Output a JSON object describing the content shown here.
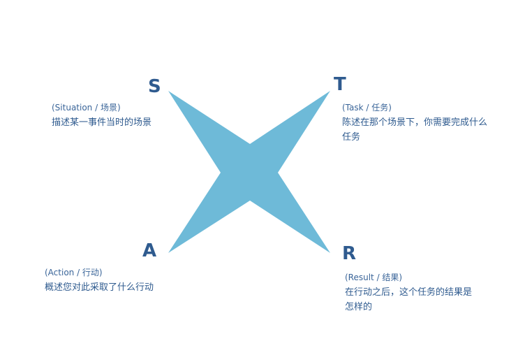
{
  "colors": {
    "star_fill": "#6ebad8",
    "text": "#2f5b8f"
  },
  "star_shape": "four-point-star",
  "quadrants": {
    "s": {
      "letter": "S",
      "subtitle": "(Situation / 场景)",
      "description": "描述某一事件当时的场景"
    },
    "t": {
      "letter": "T",
      "subtitle": "(Task / 任务)",
      "description_line1": "陈述在那个场景下，你需要完成什么",
      "description_line2": "任务"
    },
    "a": {
      "letter": "A",
      "subtitle": "(Action / 行动)",
      "description": "概述您对此采取了什么行动"
    },
    "r": {
      "letter": "R",
      "subtitle": "(Result / 结果)",
      "description_line1": "在行动之后，这个任务的结果是",
      "description_line2": "怎样的"
    }
  }
}
